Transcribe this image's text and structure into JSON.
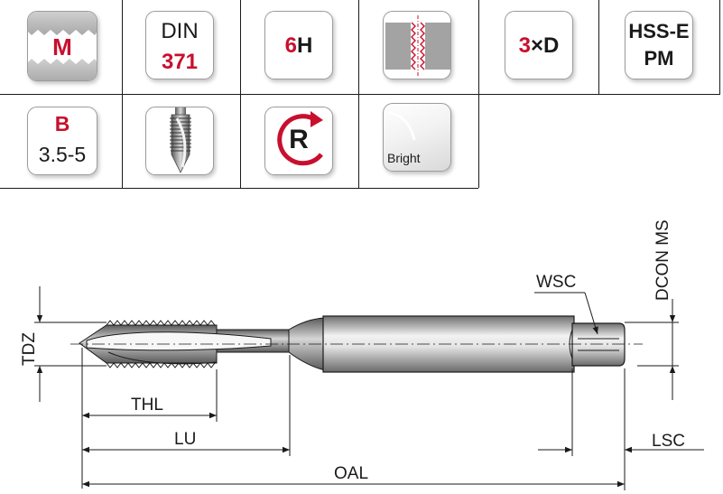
{
  "icons": {
    "thread_form": {
      "letter": "M"
    },
    "standard": {
      "line1": "DIN",
      "line2": "371"
    },
    "tolerance": {
      "prefix": "6",
      "suffix": "H"
    },
    "thread_depth": {
      "prefix": "3",
      "suffix": "×D"
    },
    "material": {
      "line1": "HSS-E",
      "line2": "PM"
    },
    "chamfer": {
      "letter": "B",
      "range": "3.5-5"
    },
    "rotation": {
      "letter": "R"
    },
    "coating": {
      "label": "Bright"
    }
  },
  "dimensions": {
    "tdz": "TDZ",
    "thl": "THL",
    "lu": "LU",
    "oal": "OAL",
    "lsc": "LSC",
    "wsc": "WSC",
    "dcon": "DCON MS"
  },
  "colors": {
    "accent_red": "#c8102e",
    "line": "#1a1a1a",
    "tool_light": "#e6e6e6",
    "tool_dark": "#7a7a7a"
  }
}
